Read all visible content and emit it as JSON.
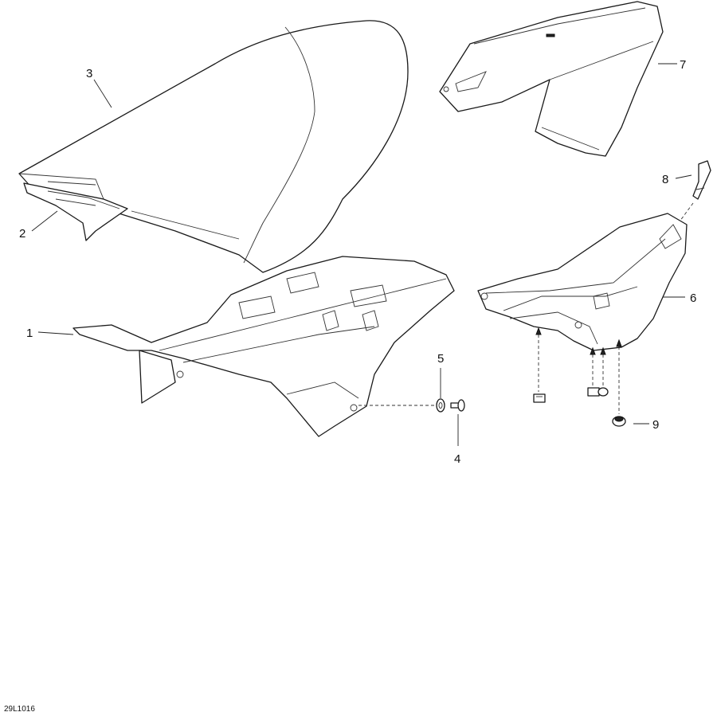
{
  "callouts": {
    "c1": "1",
    "c2": "2",
    "c3": "3",
    "c4": "4",
    "c5": "5",
    "c6": "6",
    "c7": "7",
    "c8": "8",
    "c9": "9"
  },
  "figure_code": "29L1016"
}
